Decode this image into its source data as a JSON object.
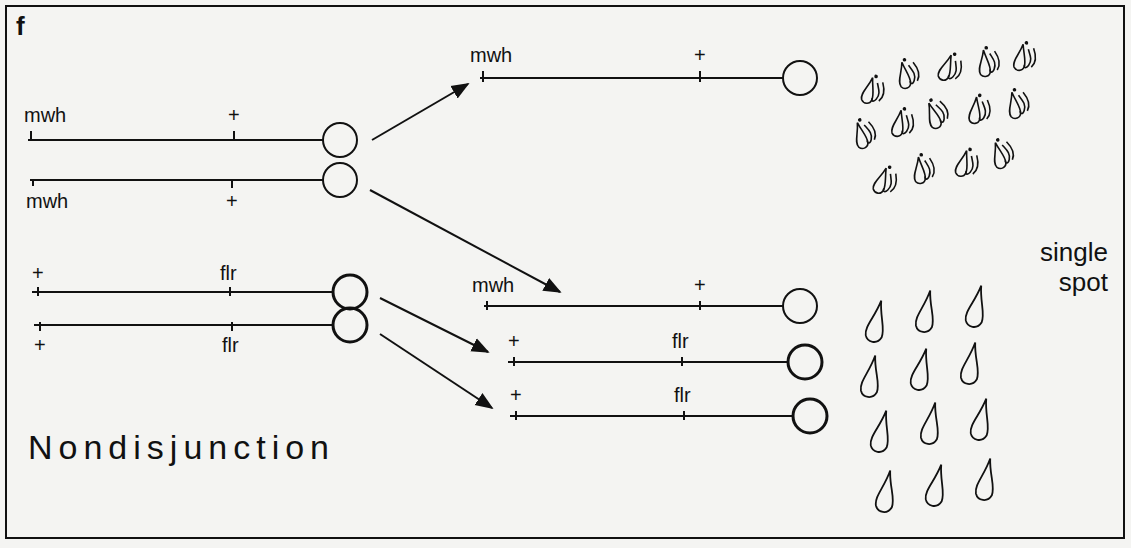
{
  "diagram": {
    "labels": [
      "f",
      "mwh",
      "+",
      "mwh",
      "+",
      "+",
      "flr",
      "+",
      "flr",
      "mwh",
      "+",
      "mwh",
      "+",
      "+",
      "flr",
      "+",
      "flr",
      "single spot",
      "Nondisjunction"
    ]
  }
}
